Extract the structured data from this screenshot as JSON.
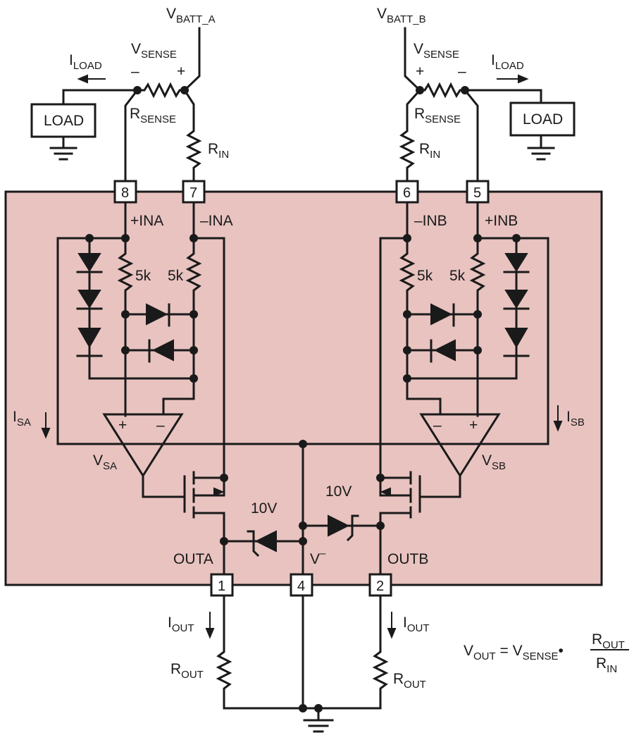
{
  "diagram": {
    "supplies": {
      "a": "V",
      "a_sub": "BATT_A",
      "b": "V",
      "b_sub": "BATT_B"
    },
    "vsense": {
      "main": "V",
      "sub": "SENSE",
      "plus": "+",
      "minus": "–"
    },
    "iload": {
      "main": "I",
      "sub": "LOAD"
    },
    "load_label": "LOAD",
    "rsense": {
      "main": "R",
      "sub": "SENSE"
    },
    "rin": {
      "main": "R",
      "sub": "IN"
    },
    "pins": {
      "p8": "8",
      "p7": "7",
      "p6": "6",
      "p5": "5",
      "p1": "1",
      "p4": "4",
      "p2": "2"
    },
    "inputs": {
      "pina": "+INA",
      "mina": "–INA",
      "minb": "–INB",
      "pinb": "+INB"
    },
    "resistor_5k": "5k",
    "opamp_signs": {
      "plus": "+",
      "minus": "–"
    },
    "isa": {
      "main": "I",
      "sub": "SA"
    },
    "isb": {
      "main": "I",
      "sub": "SB"
    },
    "vsa": {
      "main": "V",
      "sub": "SA"
    },
    "vsb": {
      "main": "V",
      "sub": "SB"
    },
    "zener": "10V",
    "outputs": {
      "a": "OUTA",
      "b": "OUTB"
    },
    "vminus": {
      "main": "V",
      "sup": "–"
    },
    "iout": {
      "main": "I",
      "sub": "OUT"
    },
    "rout": {
      "main": "R",
      "sub": "OUT"
    },
    "equation": {
      "lhs_main": "V",
      "lhs_sub": "OUT",
      "eq": " = ",
      "v_main": "V",
      "v_sub": "SENSE",
      "dot": "•",
      "num_main": "R",
      "num_sub": "OUT",
      "den_main": "R",
      "den_sub": "IN"
    },
    "colors": {
      "ic_fill": "#e8c3c0",
      "line": "#1a1a1a"
    }
  }
}
